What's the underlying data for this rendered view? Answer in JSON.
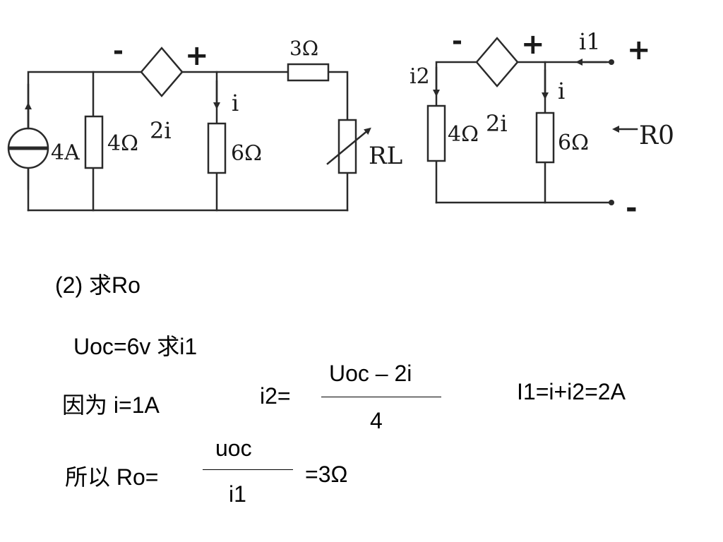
{
  "circuit_left": {
    "source_label": "4A",
    "r1_label": "4Ω",
    "dep_source_label": "2i",
    "dep_minus": "-",
    "dep_plus": "+",
    "current_label": "i",
    "r2_label": "6Ω",
    "r3_label": "3Ω",
    "load_label": "RL"
  },
  "circuit_right": {
    "i2_label": "i2",
    "dep_minus": "-",
    "dep_plus": "+",
    "i1_label": "i1",
    "terminal_plus": "+",
    "current_label": "i",
    "r1_label": "4Ω",
    "dep_source_label": "2i",
    "r2_label": "6Ω",
    "r0_label": "R0",
    "terminal_minus": "-"
  },
  "text": {
    "step_title": "(2) 求Ro",
    "uoc_line": "Uoc=6v 求i1",
    "because_line": "因为  i=1A",
    "i2_eq": "i2=",
    "i2_numerator": "Uoc – 2i",
    "i2_denominator": "4",
    "i1_result": "I1=i+i2=2A",
    "so_ro": "所以 Ro=",
    "ro_numerator": "uoc",
    "ro_denominator": "i1",
    "ro_result": "=3Ω"
  }
}
